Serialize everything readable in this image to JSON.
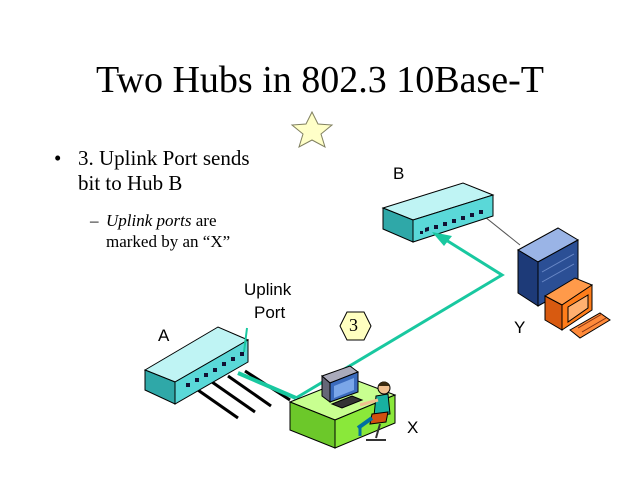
{
  "slide": {
    "title": "Two Hubs in 802.3 10Base-T",
    "bullets": [
      {
        "marker": "•",
        "lines": [
          "3. Uplink Port sends",
          "bit to Hub B"
        ],
        "sub": {
          "marker": "–",
          "emphasis": "Uplink ports",
          "line1_rest": " are",
          "line2": "marked by an “X”"
        }
      }
    ]
  },
  "diagram": {
    "hub_a_label": "A",
    "hub_b_label": "B",
    "uplink_label_line1": "Uplink",
    "uplink_label_line2": "Port",
    "step_badge": "3",
    "station_x_label": "X",
    "station_y_label": "Y"
  },
  "colors": {
    "hub_fill": "#5ad8d8",
    "signal_path": "#19c8a0",
    "desk": "#8ae83a",
    "star": "#ffffc8",
    "badge": "#ffffc0",
    "monitor": "#ff7d1a",
    "tower": "#2b4f95"
  }
}
